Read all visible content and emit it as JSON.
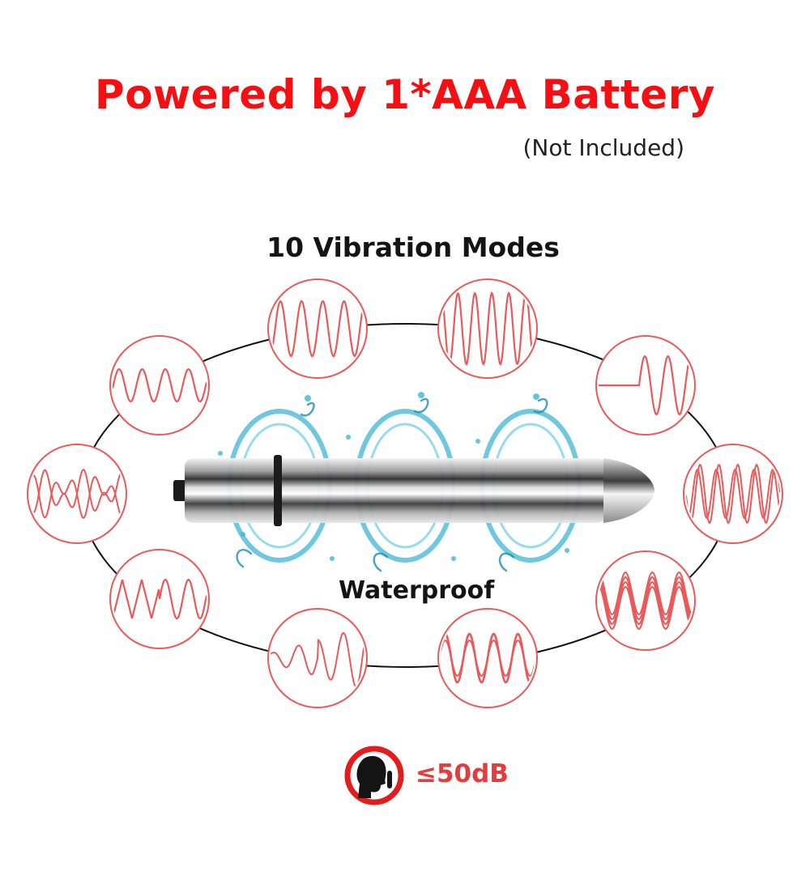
{
  "headline": "Powered by 1*AAA Battery",
  "subline": "(Not Included)",
  "modes_title": "10 Vibration Modes",
  "waterproof_label": "Waterproof",
  "noise_label": "≤50dB",
  "colors": {
    "headline": "#f40f12",
    "wave": "#ea5a5a",
    "noise": "#e33c3c",
    "water": "#3fb6d6",
    "text": "#141414"
  },
  "icons": [
    "vibration-mode-icon",
    "silent-icon",
    "bullet-vibrator",
    "water-splash"
  ]
}
